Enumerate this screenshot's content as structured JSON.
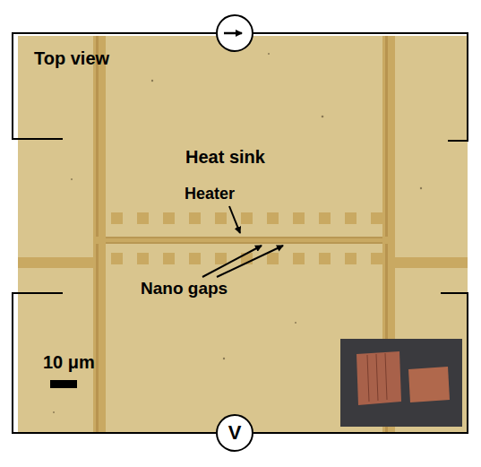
{
  "diagram": {
    "nodes": [
      {
        "text": [
          "V"
        ]
      }
    ],
    "labels": [
      "Top view",
      "Heat sink",
      "Heater",
      "Nano gaps",
      "10 μm"
    ]
  }
}
